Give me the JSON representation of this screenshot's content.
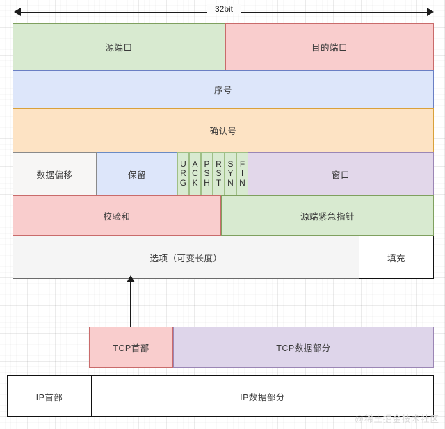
{
  "diagram": {
    "measure": {
      "label": "32bit"
    },
    "watermark": "@稀土掘金技术社区",
    "header_rows": [
      {
        "name": "ports",
        "cells": [
          {
            "label": "源端口",
            "bg": "#d8ead0",
            "border": "#7fa05f"
          },
          {
            "label": "目的端口",
            "bg": "#f9cdcd",
            "border": "#c96b6b"
          }
        ]
      },
      {
        "name": "sequence",
        "cells": [
          {
            "label": "序号",
            "bg": "#dde6fa",
            "border": "#6a7fc4"
          }
        ]
      },
      {
        "name": "acknowledgement",
        "cells": [
          {
            "label": "确认号",
            "bg": "#fde3c4",
            "border": "#d9a13a"
          }
        ]
      },
      {
        "name": "offset-reserved-flags-window",
        "cells": [
          {
            "label": "数据偏移",
            "bg": "#f7f6f5",
            "border": "#8a8a8a"
          },
          {
            "label": "保留",
            "bg": "#dde6fa",
            "border": "#6a8bc4"
          },
          {
            "label": "窗口",
            "bg": "#e2d7ea",
            "border": "#9b86b5"
          }
        ],
        "flags": [
          "URG",
          "ACK",
          "PSH",
          "RST",
          "SYN",
          "FIN"
        ]
      },
      {
        "name": "checksum-urgent",
        "cells": [
          {
            "label": "校验和",
            "bg": "#f9cdcd",
            "border": "#c96b6b"
          },
          {
            "label": "源端紧急指针",
            "bg": "#d8ead0",
            "border": "#7fa05f"
          }
        ]
      },
      {
        "name": "options-padding",
        "cells": [
          {
            "label": "选项（可变长度）",
            "bg": "#f5f5f5",
            "border": "#6b6b6b"
          },
          {
            "label": "填充",
            "bg": "#ffffff",
            "border": "#111111"
          }
        ]
      }
    ],
    "segment_row": {
      "name": "tcp-segment",
      "cells": [
        {
          "label": "TCP首部",
          "bg": "#f9cdcd",
          "border": "#c96b6b"
        },
        {
          "label": "TCP数据部分",
          "bg": "#ded5ea",
          "border": "#9b86b5"
        }
      ]
    },
    "datagram_row": {
      "name": "ip-datagram",
      "cells": [
        {
          "label": "IP首部",
          "bg": "#ffffff",
          "border": "#111111"
        },
        {
          "label": "IP数据部分",
          "bg": "#ffffff",
          "border": "#111111"
        }
      ]
    }
  }
}
